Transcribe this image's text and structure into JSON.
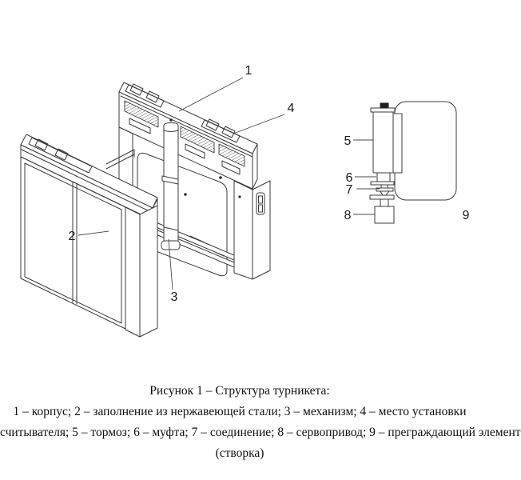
{
  "figure": {
    "type": "technical-line-drawing",
    "subject": "turnstile structure (exploded view with detail of drive assembly)",
    "colors": {
      "line": "#3b3b3b",
      "text": "#101010",
      "cap_fill": "#222222",
      "background": "#ffffff"
    }
  },
  "callouts": {
    "c1": "1",
    "c2": "2",
    "c3": "3",
    "c4": "4",
    "c5": "5",
    "c6": "6",
    "c7": "7",
    "c8": "8",
    "c9": "9"
  },
  "parts": [
    {
      "num": "1",
      "name": "корпус"
    },
    {
      "num": "2",
      "name": "заполнение из нержавеющей стали"
    },
    {
      "num": "3",
      "name": "механизм"
    },
    {
      "num": "4",
      "name": "место установки считывателя"
    },
    {
      "num": "5",
      "name": "тормоз"
    },
    {
      "num": "6",
      "name": "муфта"
    },
    {
      "num": "7",
      "name": "соединение"
    },
    {
      "num": "8",
      "name": "сервопривод"
    },
    {
      "num": "9",
      "name": "преграждающий элемент (створка)"
    }
  ],
  "caption": {
    "line1": "Рисунок 1 – Структура турникета:",
    "line2": "1 – корпус; 2 – заполнение из нержавеющей стали; 3 – механизм; 4 – место установки",
    "line3": "считывателя; 5 – тормоз; 6 – муфта; 7 – соединение; 8 – сервопривод; 9 – преграждающий элемент",
    "line4": "(створка)"
  }
}
